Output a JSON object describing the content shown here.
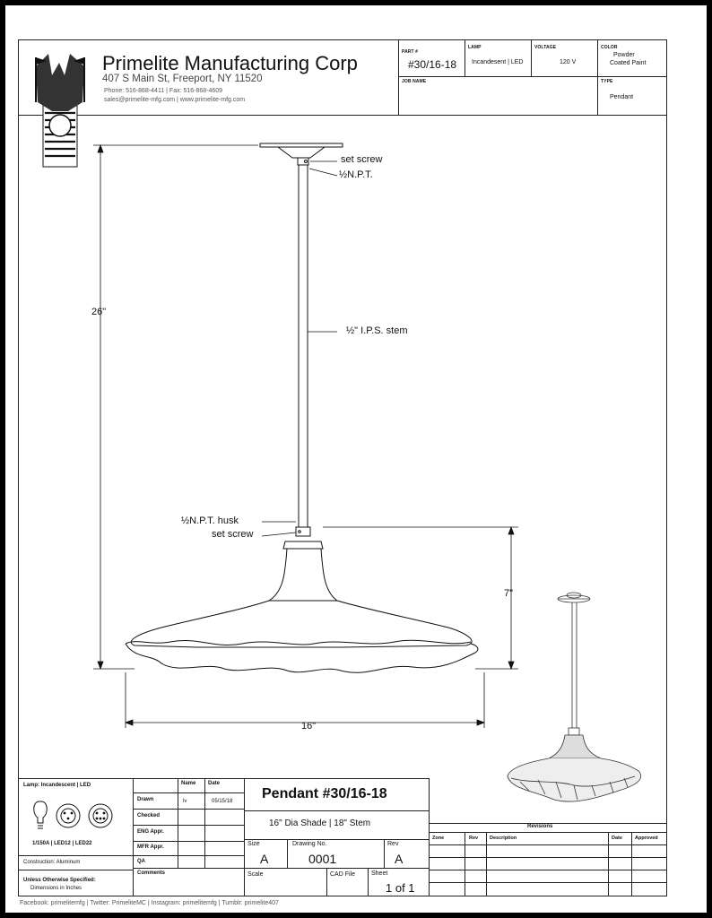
{
  "company": {
    "name": "Primelite Manufacturing Corp",
    "address": "407 S Main St, Freeport, NY 11520",
    "phone_fax": "Phone: 516-868-4411 | Fax: 516-868-4609",
    "email_web": "sales@primelite-mfg.com | www.primelite-mfg.com"
  },
  "header": {
    "part_label": "PART #",
    "part_value": "#30/16-18",
    "lamp_label": "LAMP",
    "lamp_value": "Incandesent | LED",
    "voltage_label": "VOLTAGE",
    "voltage_value": "120 V",
    "color_label": "COLOR",
    "color_value_1": "Powder",
    "color_value_2": "Coated Paint",
    "job_label": "JOB NAME",
    "type_label": "TYPE",
    "type_value": "Pendant"
  },
  "callouts": {
    "set_screw_top": "set screw",
    "npt_top": "½N.P.T.",
    "stem": "½\" I.P.S. stem",
    "npt_husk": "½N.P.T. husk",
    "set_screw_bottom": "set screw"
  },
  "dimensions": {
    "height": "26\"",
    "shade_height": "7\"",
    "width": "16\""
  },
  "title_block": {
    "lamp_line": "Lamp: Incandescent | LED",
    "lamp_codes": "1/150A | LED12 | LED22",
    "construction": "Construction: Aluminum",
    "unless": "Unless Otherwise Specified:",
    "dims_in": "Dimensions in Inches",
    "name_hdr": "Name",
    "date_hdr": "Date",
    "drawn": "Drawn",
    "drawn_name": "lv",
    "drawn_date": "05/15/18",
    "checked": "Checked",
    "eng": "ENG Appr.",
    "mfr": "MFR Appr.",
    "qa": "QA",
    "comments": "Comments",
    "title": "Pendant #30/16-18",
    "subtitle": "16\" Dia Shade | 18\" Stem",
    "size_lbl": "Size",
    "size_val": "A",
    "drawing_no_lbl": "Drawing  No.",
    "drawing_no_val": "0001",
    "rev_lbl": "Rev",
    "rev_val": "A",
    "scale_lbl": "Scale",
    "cad_lbl": "CAD File",
    "sheet_lbl": "Sheet",
    "sheet_val": "1 of 1"
  },
  "revisions": {
    "title": "Revisions",
    "cols": [
      "Zone",
      "Rev",
      "Description",
      "Date",
      "Approved"
    ]
  },
  "footer": "Facebook: primelitemfg | Twitter: PrimeliteMC | Instagram: primelitemfg | Tumblr: primelite407"
}
